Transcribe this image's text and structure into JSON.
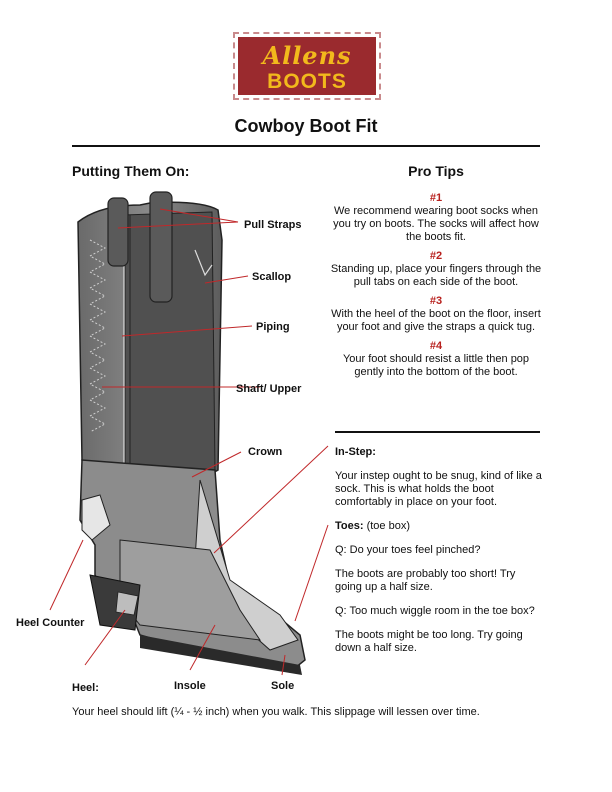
{
  "logo": {
    "line1": "Allens",
    "line2": "BOOTS",
    "bg_color": "#9a2a2e",
    "text_color": "#f2b91c"
  },
  "title": "Cowboy Boot Fit",
  "left_section": {
    "heading": "Putting Them On:",
    "labels": {
      "pull_straps": "Pull Straps",
      "scallop": "Scallop",
      "piping": "Piping",
      "shaft_upper": "Shaft/ Upper",
      "crown": "Crown",
      "heel_counter": "Heel Counter",
      "heel": "Heel:",
      "insole": "Insole",
      "sole": "Sole"
    },
    "callout_color": "#c0282a"
  },
  "pro_tips": {
    "heading": "Pro Tips",
    "tips": [
      {
        "num": "#1",
        "text": "We recommend wearing boot socks when you try on boots. The socks will affect how the boots fit."
      },
      {
        "num": "#2",
        "text": "Standing up, place your fingers through the pull tabs on each side of the boot."
      },
      {
        "num": "#3",
        "text": "With the heel of the boot on the floor, insert your foot and give the straps a quick tug."
      },
      {
        "num": "#4",
        "text": "Your foot should resist a little then pop gently into the bottom of the boot."
      }
    ],
    "num_color": "#b8211e"
  },
  "instep": {
    "heading": "In-Step:",
    "text": "Your instep ought to be snug, kind of like a sock. This is what holds the boot comfortably in place on your foot."
  },
  "toes": {
    "heading": "Toes:",
    "subheading": " (toe box)",
    "q1": "Q: Do your toes feel pinched?",
    "a1": "The boots are probably too short! Try going up a half size.",
    "q2": "Q: Too much wiggle room in the toe box?",
    "a2": "The boots might be too long. Try going down a half size."
  },
  "footer": "Your heel should lift (¼ - ½ inch) when you walk. This slippage will lessen over time."
}
